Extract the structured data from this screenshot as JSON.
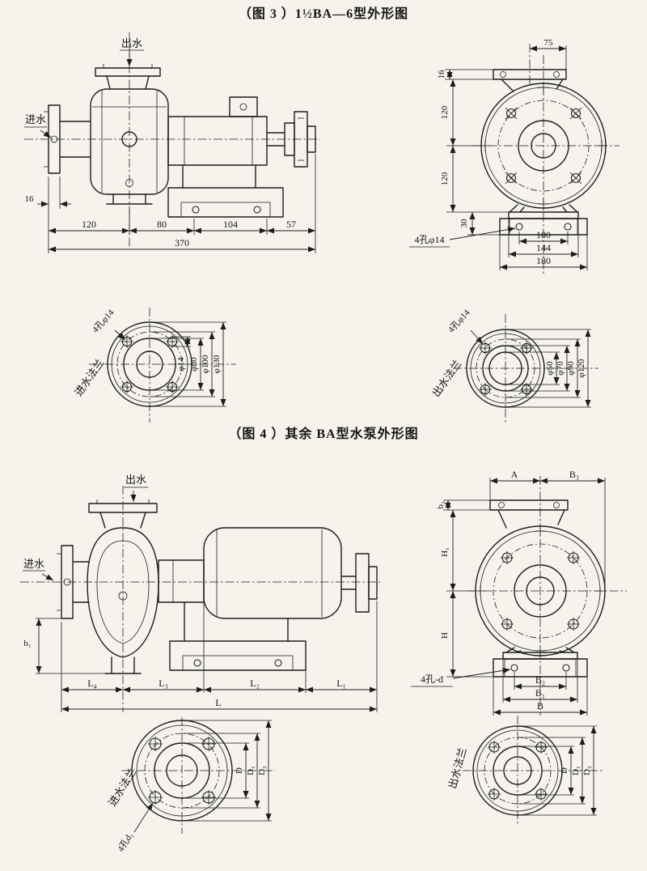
{
  "page": {
    "background_color": "#f5f3ec",
    "ink_color": "#1d1d1d"
  },
  "figure3": {
    "title": "（图 3 ）1½BA—6型外形图",
    "side_view": {
      "outlet_label": "出水",
      "inlet_label": "进水",
      "dim_flange": "16",
      "dims_row1": [
        "120",
        "80",
        "104",
        "57"
      ],
      "dim_total": "370"
    },
    "front_view": {
      "dim_top_width": "75",
      "dim_plate": "16",
      "dim_upper": "120",
      "dim_lower": "120",
      "dim_base_height": "30",
      "dims_bottom": [
        "100",
        "144",
        "180"
      ],
      "holes_label": "4孔φ14"
    },
    "inlet_flange": {
      "name": "进水法兰",
      "holes_label": "4孔φ14",
      "dims": [
        "φ14",
        "φ80",
        "φ100",
        "φ130"
      ]
    },
    "outlet_flange": {
      "name": "出水法兰",
      "holes_label": "4孔φ14",
      "dims": [
        "φ50",
        "φ70",
        "φ90",
        "φ120"
      ]
    }
  },
  "figure4": {
    "title": "（图 4 ）其余 BA型水泵外形图",
    "side_view": {
      "outlet_label": "出水",
      "inlet_label": "进水",
      "dim_b1": "b₁",
      "dims_row1": [
        "L₄",
        "L₃",
        "L₂",
        "L₁"
      ],
      "dim_total": "L"
    },
    "front_view": {
      "dim_a": "A",
      "dim_b3": "B₃",
      "dim_b2": "b₂",
      "dim_h1": "H₁",
      "dim_h": "H",
      "dims_bottom": [
        "B₂",
        "B₁",
        "B"
      ],
      "holes_label": "4孔-d"
    },
    "inlet_flange": {
      "name": "进水法兰",
      "holes_label": "4孔d₁",
      "dims": [
        "D",
        "D₁",
        "D₂"
      ]
    },
    "outlet_flange": {
      "name": "出水法兰",
      "dims": [
        "D",
        "D₁",
        "D₂"
      ]
    }
  }
}
